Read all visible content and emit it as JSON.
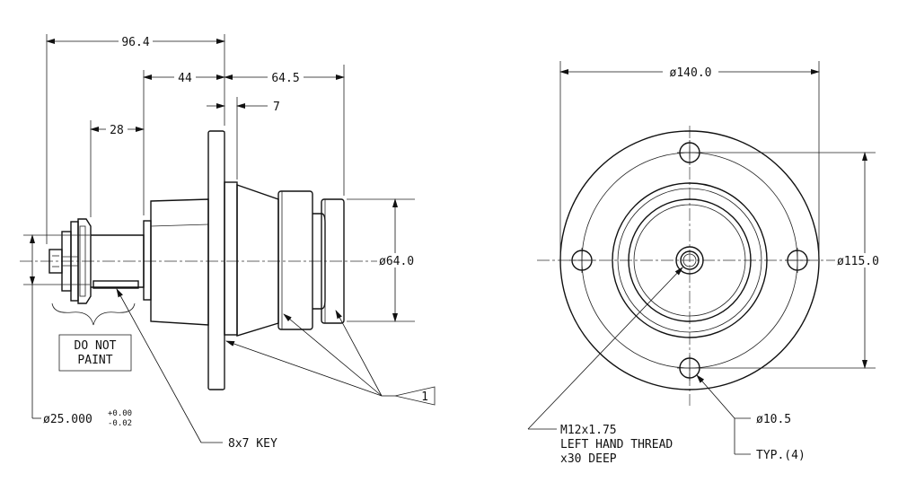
{
  "side_view": {
    "dim_overall": "96.4",
    "dim_hub": "44",
    "dim_body": "64.5",
    "dim_flange_step": "7",
    "dim_shaft": "28",
    "dim_outer_dia": "ø64.0",
    "shaft_dia_main": "ø25.000",
    "shaft_tol_upper": "+0.00",
    "shaft_tol_lower": "-0.02",
    "key_note": "8x7 KEY",
    "paint_note_line1": "DO NOT",
    "paint_note_line2": "PAINT",
    "callout_tag": "1"
  },
  "front_view": {
    "dim_flange_dia": "ø140.0",
    "dim_bolt_circle": "ø115.0",
    "dim_hole_dia": "ø10.5",
    "hole_qty": "TYP.(4)",
    "thread_line1": "M12x1.75",
    "thread_line2": "LEFT HAND THREAD",
    "thread_line3": "x30 DEEP"
  }
}
